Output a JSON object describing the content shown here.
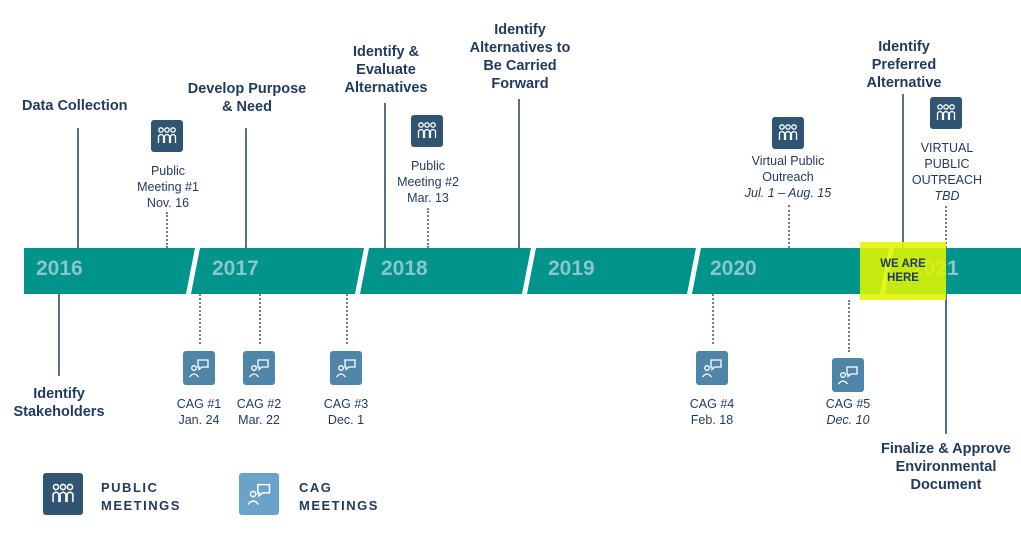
{
  "milestones": {
    "data_collection": "Data Collection",
    "identify_stakeholders": [
      "Identify",
      "Stakeholders"
    ],
    "develop_purpose": [
      "Develop Purpose",
      "& Need"
    ],
    "identify_evaluate": [
      "Identify &",
      "Evaluate",
      "Alternatives"
    ],
    "identify_carried": [
      "Identify",
      "Alternatives to",
      "Be Carried",
      "Forward"
    ],
    "identify_preferred": [
      "Identify",
      "Preferred",
      "Alternative"
    ],
    "finalize": [
      "Finalize & Approve",
      "Environmental",
      "Document"
    ]
  },
  "years": [
    "2016",
    "2017",
    "2018",
    "2019",
    "2020",
    "2021"
  ],
  "we_are_here": [
    "WE ARE",
    "HERE"
  ],
  "public_events": [
    {
      "lines": [
        "Public",
        "Meeting #1"
      ],
      "date": "Nov. 16",
      "italic": false
    },
    {
      "lines": [
        "Public",
        "Meeting #2"
      ],
      "date": "Mar. 13",
      "italic": false
    },
    {
      "lines": [
        "Virtual Public",
        "Outreach"
      ],
      "date": "Jul. 1 – Aug. 15",
      "italic": true
    },
    {
      "lines": [
        "VIRTUAL",
        "PUBLIC",
        "OUTREACH"
      ],
      "date": "TBD",
      "italic": true
    }
  ],
  "cag_events": [
    {
      "label": "CAG #1",
      "date": "Jan. 24",
      "italic": false
    },
    {
      "label": "CAG #2",
      "date": "Mar. 22",
      "italic": false
    },
    {
      "label": "CAG #3",
      "date": "Dec. 1",
      "italic": false
    },
    {
      "label": "CAG #4",
      "date": "Feb. 18",
      "italic": false
    },
    {
      "label": "CAG #5",
      "date": "Dec. 10",
      "italic": true
    }
  ],
  "legend": {
    "public": [
      "PUBLIC",
      "MEETINGS"
    ],
    "cag": [
      "CAG",
      "MEETINGS"
    ]
  },
  "colors": {
    "bar": "#00948a",
    "year_text": "#8ac6c9",
    "navy": "#1f3a5f",
    "public_icon": "#2f5573",
    "cag_icon": "#4f86a8",
    "highlight": "#e1f500"
  },
  "icons": {
    "public": "people-group-icon",
    "cag": "chat-person-icon"
  }
}
